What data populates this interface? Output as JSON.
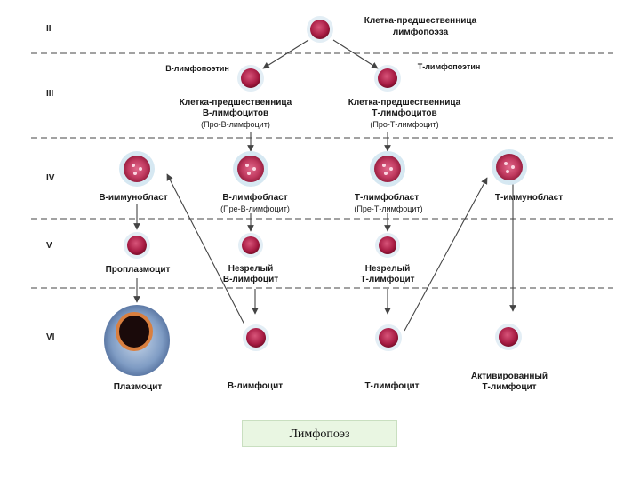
{
  "stages": [
    "II",
    "III",
    "IV",
    "V",
    "VI"
  ],
  "factors": {
    "b": "В-лимфопоэтин",
    "t": "Т-лимфопоэтин"
  },
  "cells": {
    "progenitor": {
      "line1": "Клетка-предшественница",
      "line2": "лимфопоэза"
    },
    "pro_b": {
      "line1": "Клетка-предшественница",
      "line2": "В-лимфоцитов",
      "sub": "(Про-В-лимфоцит)"
    },
    "pro_t": {
      "line1": "Клетка-предшественница",
      "line2": "Т-лимфоцитов",
      "sub": "(Про-Т-лимфоцит)"
    },
    "b_immunoblast": {
      "label": "В-иммунобласт"
    },
    "b_lymphoblast": {
      "label": "В-лимфобласт",
      "sub": "(Пре-В-лимфоцит)"
    },
    "t_lymphoblast": {
      "label": "Т-лимфобласт",
      "sub": "(Пре-Т-лимфоцит)"
    },
    "t_immunoblast": {
      "label": "Т-иммунобласт"
    },
    "proplasmocyte": {
      "label": "Проплазмоцит"
    },
    "immature_b": {
      "line1": "Незрелый",
      "line2": "В-лимфоцит"
    },
    "immature_t": {
      "line1": "Незрелый",
      "line2": "Т-лимфоцит"
    },
    "plasmocyte": {
      "label": "Плазмоцит"
    },
    "b_lymphocyte": {
      "label": "В-лимфоцит"
    },
    "t_lymphocyte": {
      "label": "Т-лимфоцит"
    },
    "activated_t": {
      "line1": "Активированный",
      "line2": "Т-лимфоцит"
    }
  },
  "caption": "Лимфопоэз",
  "colors": {
    "cell_dark": "#8a1030",
    "cell_mid": "#c43a5e",
    "halo": "#d6e8f2",
    "lines": "#555555",
    "caption_bg": "#e9f6e2"
  }
}
